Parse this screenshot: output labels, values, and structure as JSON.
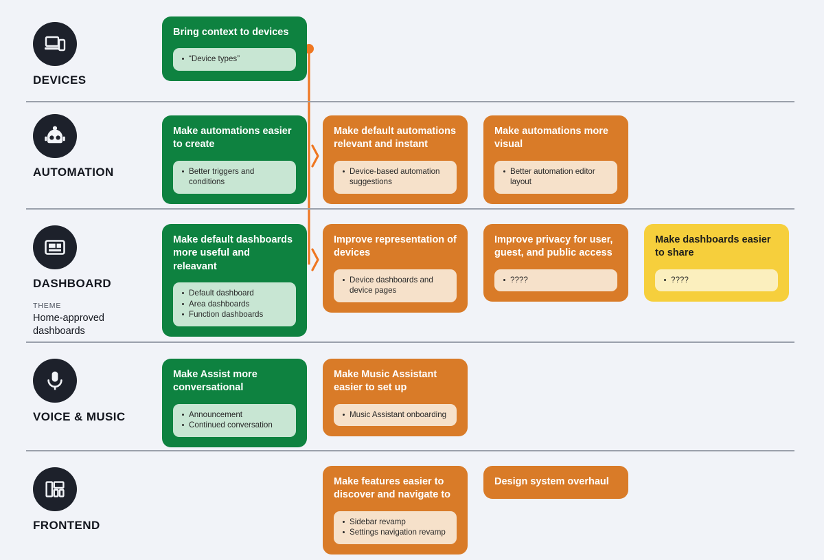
{
  "theme": {
    "background": "#f1f3f8",
    "green": "#0e8240",
    "orange": "#d97b28",
    "yellow": "#f6cf3c",
    "icon_bg": "#1d212b",
    "divider": "#9aa0ab",
    "connector": "#ef7722"
  },
  "rows": [
    {
      "id": "devices",
      "name": "DEVICES",
      "icon": "devices-icon",
      "theme_label": null,
      "theme_text": null,
      "cards": [
        {
          "title": "Bring context to devices",
          "color": "green",
          "items": [
            "“Device types”"
          ]
        }
      ]
    },
    {
      "id": "automation",
      "name": "AUTOMATION",
      "icon": "robot-icon",
      "theme_label": null,
      "theme_text": null,
      "cards": [
        {
          "title": "Make automations easier to create",
          "color": "green",
          "items": [
            "Better triggers and conditions"
          ]
        },
        {
          "title": "Make default automations relevant and instant",
          "color": "orange",
          "items": [
            "Device-based automation suggestions"
          ]
        },
        {
          "title": "Make automations more visual",
          "color": "orange",
          "items": [
            "Better automation editor layout"
          ]
        }
      ]
    },
    {
      "id": "dashboard",
      "name": "DASHBOARD",
      "icon": "dashboard-icon",
      "theme_label": "THEME",
      "theme_text": "Home-approved dashboards",
      "cards": [
        {
          "title": "Make default dashboards more useful and releavant",
          "color": "green",
          "items": [
            "Default dashboard",
            "Area dashboards",
            "Function dashboards"
          ]
        },
        {
          "title": "Improve representation of devices",
          "color": "orange",
          "items": [
            "Device dashboards and device pages"
          ]
        },
        {
          "title": "Improve privacy for user, guest, and public access",
          "color": "orange",
          "items": [
            "????"
          ]
        },
        {
          "title": "Make dashboards easier to share",
          "color": "yellow",
          "items": [
            "????"
          ]
        }
      ]
    },
    {
      "id": "voice-music",
      "name": "VOICE & MUSIC",
      "icon": "microphone-icon",
      "theme_label": null,
      "theme_text": null,
      "cards": [
        {
          "title": "Make Assist more conversational",
          "color": "green",
          "items": [
            "Announcement",
            "Continued conversation"
          ]
        },
        {
          "title": "Make Music Assistant easier to set up",
          "color": "orange",
          "items": [
            "Music Assistant onboarding"
          ]
        }
      ]
    },
    {
      "id": "frontend",
      "name": "FRONTEND",
      "icon": "layout-icon",
      "theme_label": null,
      "theme_text": null,
      "cards": [
        {
          "title": "Make features easier to discover and navigate to",
          "color": "orange",
          "items": [
            "Sidebar revamp",
            "Settings navigation revamp"
          ]
        },
        {
          "title": "Design system overhaul",
          "color": "orange",
          "items": []
        }
      ]
    }
  ]
}
